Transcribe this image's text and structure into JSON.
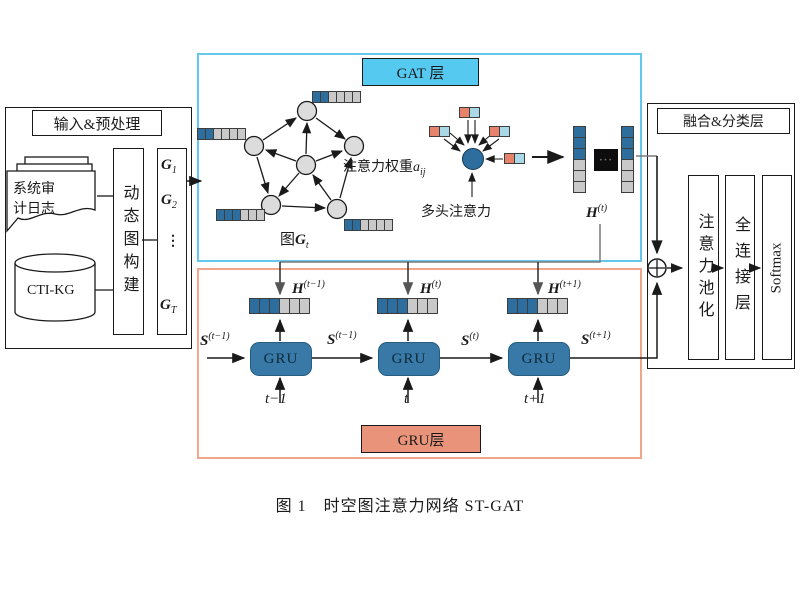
{
  "palette": {
    "ink": "#1a1a1a",
    "line_gray": "#7a7a7a",
    "cyan_border": "#64c7ec",
    "cyan_fill": "#55c9f0",
    "salmon_border": "#f2a58d",
    "salmon_fill": "#e8937a",
    "gru_fill": "#3879a8",
    "gru_border": "#245d7e",
    "gru_text": "#0e2a38",
    "node_fill": "#dcdcdc",
    "cells": {
      "blue": "#2e6e9e",
      "gray": "#c9c9c9",
      "salmon": "#e8836b",
      "lblue": "#a9d9e6"
    }
  },
  "caption": "图 1　时空图注意力网络 ST-GAT",
  "input_panel": {
    "title": "输入&预处理",
    "audit_log_line1": "系统审",
    "audit_log_line2": "计日志",
    "cti_kg": "CTI-KG",
    "builder": "动态图构建",
    "g1": {
      "base": "G",
      "sub": "1"
    },
    "g2": {
      "base": "G",
      "sub": "2"
    },
    "dots": "⋮",
    "gT": {
      "base": "G",
      "sub": "T"
    }
  },
  "gat_panel": {
    "title": "GAT 层",
    "graph_caption": {
      "prefix": "图",
      "base": "G",
      "sub": "t"
    },
    "attention_weight": {
      "prefix": "注意力权重",
      "base": "a",
      "sub": "ij"
    },
    "multihead": "多头注意力",
    "h_out": {
      "base": "H",
      "sup": "(t)"
    },
    "ellipsis": "···",
    "vectors": {
      "top": [
        "blue",
        "blue",
        "gray",
        "gray",
        "gray",
        "gray"
      ],
      "left": [
        "blue",
        "blue",
        "gray",
        "gray",
        "gray",
        "gray"
      ],
      "bottom_left": [
        "blue",
        "blue",
        "blue",
        "gray",
        "gray",
        "gray"
      ],
      "bottom_right": [
        "blue",
        "blue",
        "gray",
        "gray",
        "gray",
        "gray"
      ]
    },
    "blocks": {
      "top": [
        "salmon",
        "lblue"
      ],
      "upper_left": [
        "salmon",
        "lblue"
      ],
      "upper_right": [
        "salmon",
        "lblue"
      ],
      "right": [
        "salmon",
        "lblue"
      ]
    },
    "cols": {
      "col1": [
        "blue",
        "blue",
        "blue",
        "gray",
        "gray",
        "gray"
      ],
      "col2": [
        "blue",
        "blue",
        "blue",
        "gray",
        "gray",
        "gray"
      ]
    }
  },
  "gru_panel": {
    "title": "GRU层",
    "unit": "GRU",
    "h0": {
      "base": "H",
      "sup": "(t−1)"
    },
    "h1": {
      "base": "H",
      "sup": "(t)"
    },
    "h2": {
      "base": "H",
      "sup": "(t+1)"
    },
    "s0": {
      "base": "S",
      "sup": "(t−1)"
    },
    "s1": {
      "base": "S",
      "sup": "(t−1)"
    },
    "s2": {
      "base": "S",
      "sup": "(t)"
    },
    "s3": {
      "base": "S",
      "sup": "(t+1)"
    },
    "t0": "t−1",
    "t1": "t",
    "t2": "t+1",
    "vectors": {
      "v0": [
        "blue",
        "blue",
        "blue",
        "gray",
        "gray",
        "gray"
      ],
      "v1": [
        "blue",
        "blue",
        "blue",
        "gray",
        "gray",
        "gray"
      ],
      "v2": [
        "blue",
        "blue",
        "blue",
        "gray",
        "gray",
        "gray"
      ]
    }
  },
  "fusion_panel": {
    "title": "融合&分类层",
    "layer1": "注意力池化",
    "layer2": "全连接层",
    "layer3": "Softmax"
  }
}
